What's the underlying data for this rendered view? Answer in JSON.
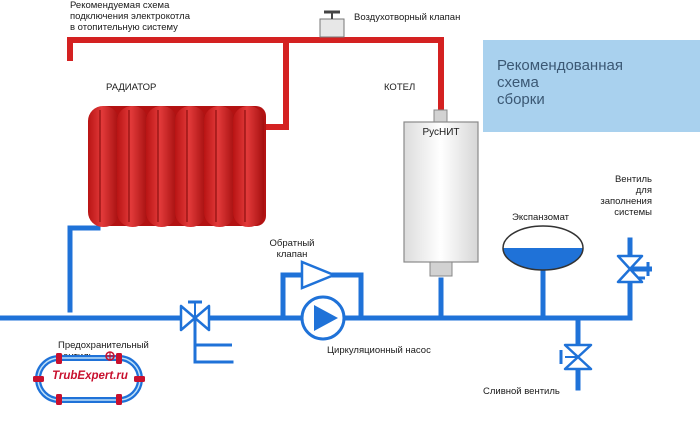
{
  "caption": "Рекомендуемая схема подключения электрокотла в отопительную систему",
  "caption_lines": [
    "Рекомендуемая схема",
    "подключения электрокотла",
    "в отопительную систему"
  ],
  "title": "Рекомендованная\nсхема\nсборки",
  "labels": {
    "air_valve": "Воздухотворный клапан",
    "radiator": "РАДИАТОР",
    "boiler_header": "КОТЕЛ",
    "boiler_name": "РусНИТ",
    "expansion_tank": "Экспанзомат",
    "fill_valve": [
      "Вентиль",
      "для",
      "заполнения",
      "системы"
    ],
    "check_valve": [
      "Обратный",
      "клапан"
    ],
    "safety_valve": [
      "Предохранительный",
      "вентиль"
    ],
    "circulation_pump": "Циркуляционный насос",
    "drain_valve": "Сливной вентиль"
  },
  "logo": {
    "text": "TrubExpert.ru"
  },
  "colors": {
    "supply": "#d42121",
    "return": "#1f72d8",
    "title_bg": "#a9d1ee",
    "title_text": "#3b5874",
    "logo": "#c8102e"
  }
}
